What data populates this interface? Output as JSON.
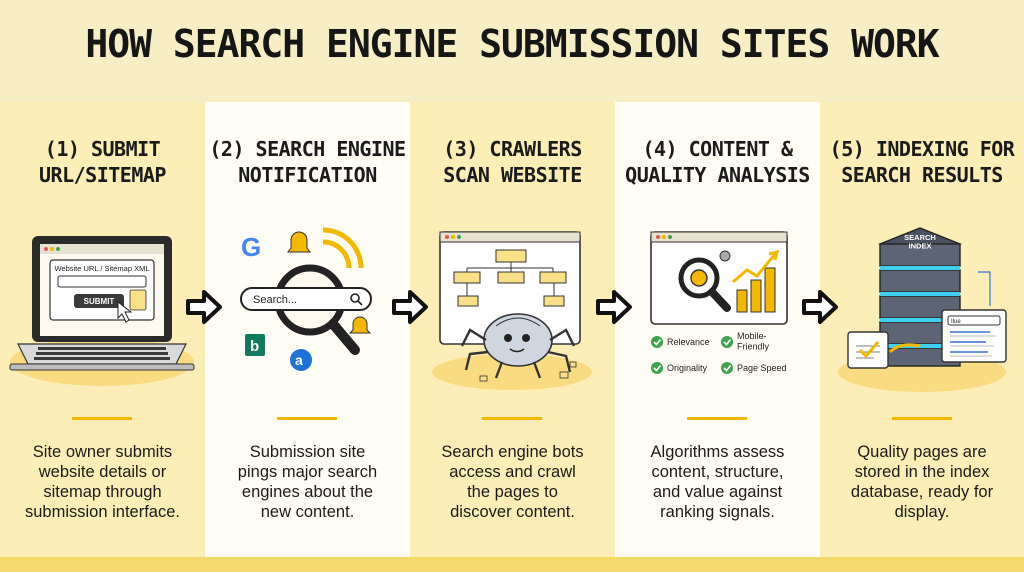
{
  "title": "HOW SEARCH ENGINE SUBMISSION SITES WORK",
  "steps": [
    {
      "title": "(1) SUBMIT\nURL/SITEMAP",
      "description": "Site owner submits\nwebsite details or\nsitemap through\nsubmission interface.",
      "form_label": "Website URL / Sitemap XML",
      "button_label": "SUBMIT"
    },
    {
      "title": "(2) SEARCH ENGINE\nNOTIFICATION",
      "description": "Submission site\npings major search\nengines about the\nnew content.",
      "search_placeholder": "Search..."
    },
    {
      "title": "(3) CRAWLERS\nSCAN WEBSITE",
      "description": "Search engine bots\naccess and crawl\nthe pages to\ndiscover content."
    },
    {
      "title": "(4) CONTENT &\nQUALITY ANALYSIS",
      "description": "Algorithms assess\ncontent, structure,\nand value against\nranking signals.",
      "checks": [
        "Relevance",
        "Mobile-\nFriendly",
        "Originality",
        "Page Speed"
      ]
    },
    {
      "title": "(5) INDEXING FOR\nSEARCH RESULTS",
      "description": "Quality pages are\nstored in the index\ndatabase, ready for\ndisplay.",
      "index_label": "SEARCH\nINDEX",
      "results_query": "Ilue"
    }
  ],
  "colors": {
    "accent": "#f2b900",
    "check_green": "#3fa34d",
    "server_blue": "#3fd0f0"
  }
}
